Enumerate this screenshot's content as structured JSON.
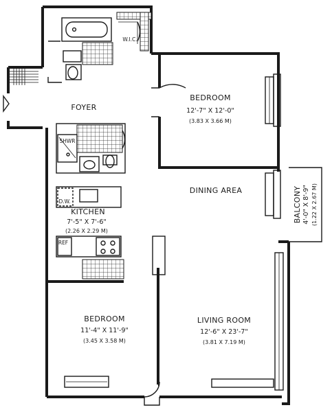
{
  "rooms": {
    "bedroom_top": {
      "name": "BEDROOM",
      "dimensions": "12'-7\" X 12'-0\"",
      "metric": "(3.83 X 3.66 M)"
    },
    "foyer": {
      "name": "FOYER"
    },
    "wic": {
      "name": "W.I.C."
    },
    "shower": {
      "name": "SHWR"
    },
    "dishwasher": {
      "name": "D.W."
    },
    "kitchen": {
      "name": "KITCHEN",
      "dimensions": "7'-5\" X 7'-6\"",
      "metric": "(2.26 X 2.29 M)"
    },
    "refrigerator": {
      "name": "REF"
    },
    "dining": {
      "name": "DINING AREA"
    },
    "balcony": {
      "name": "BALCONY",
      "dimensions": "4'-0\" X 8'-9\"",
      "metric": "(1.22 X 2.67 M)"
    },
    "bedroom_bottom": {
      "name": "BEDROOM",
      "dimensions": "11'-4\" X 11'-9\"",
      "metric": "(3.45 X 3.58 M)"
    },
    "living": {
      "name": "LIVING ROOM",
      "dimensions": "12'-6\" X 23'-7\"",
      "metric": "(3.81 X 7.19 M)"
    }
  }
}
